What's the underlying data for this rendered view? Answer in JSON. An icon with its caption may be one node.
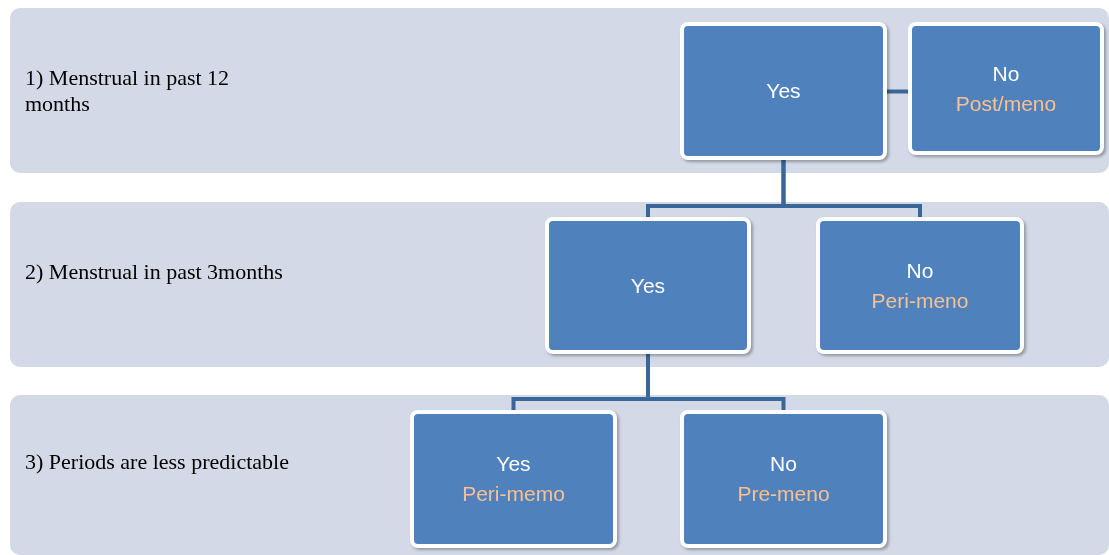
{
  "diagram": {
    "nodes": [
      {
        "text": [
          "1) Menstrual in past 12 months"
        ]
      },
      {
        "text": [
          "Yes"
        ],
        "in": 0
      },
      {
        "text": [
          "No",
          "Post/meno"
        ],
        "in": 0
      },
      {
        "text": [
          "2) Menstrual in past 3months"
        ]
      },
      {
        "text": [
          "Yes"
        ],
        "in": 3
      },
      {
        "text": [
          "No",
          "Peri-meno"
        ],
        "in": 3
      },
      {
        "text": [
          "3) Periods are less predictable"
        ]
      },
      {
        "text": [
          "Yes",
          "Peri-memo"
        ],
        "in": 6
      },
      {
        "text": [
          "No",
          "Pre-meno"
        ],
        "in": 6
      }
    ],
    "edges": [
      {
        "from": 1,
        "to": 2,
        "arrow": "none"
      },
      {
        "from": 1,
        "to": 4,
        "arrow": "none"
      },
      {
        "from": 1,
        "to": 5,
        "arrow": "none"
      },
      {
        "from": 4,
        "to": 7,
        "arrow": "none"
      },
      {
        "from": 4,
        "to": 8,
        "arrow": "none"
      }
    ]
  }
}
